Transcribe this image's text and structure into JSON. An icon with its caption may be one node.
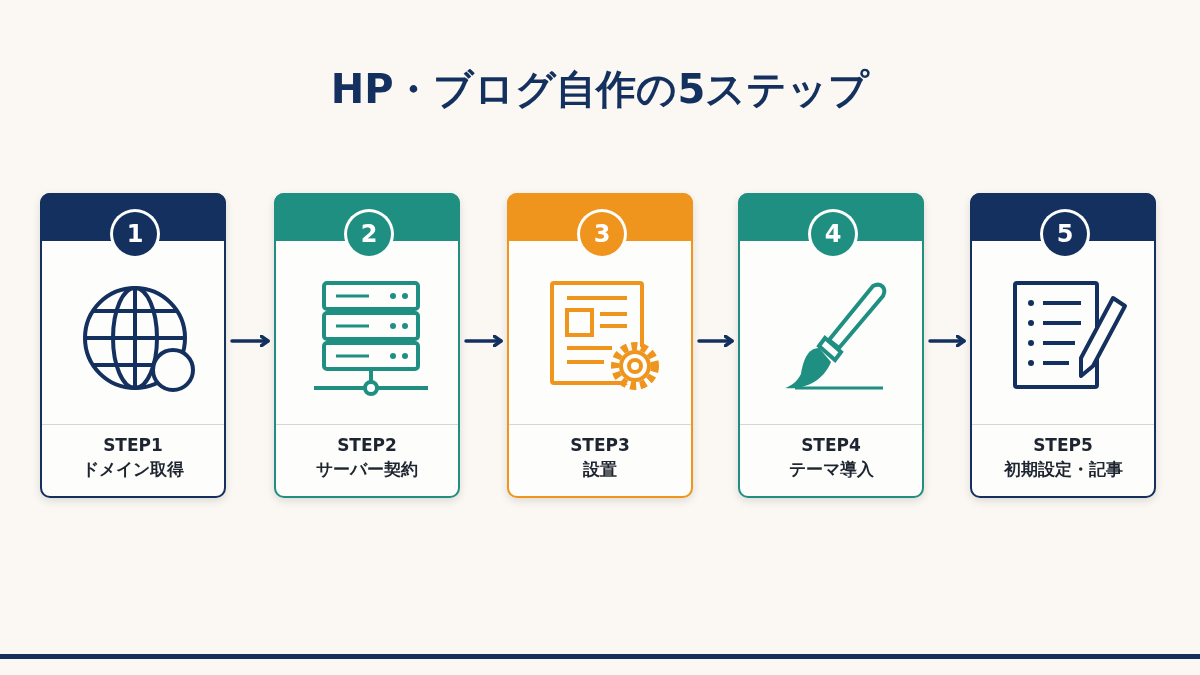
{
  "diagram": {
    "title": "HP・ブログ自作の5ステップ",
    "nodes": [
      {
        "text": [
          "1",
          "STEP1",
          "ドメイン取得"
        ]
      },
      {
        "text": [
          "2",
          "STEP2",
          "サーバー契約"
        ]
      },
      {
        "text": [
          "3",
          "STEP3",
          "設置"
        ]
      },
      {
        "text": [
          "4",
          "STEP4",
          "テーマ導入"
        ]
      },
      {
        "text": [
          "5",
          "STEP5",
          "初期設定・記事"
        ]
      }
    ],
    "edges": [
      {
        "from": 0,
        "to": 1,
        "arrow": "to"
      },
      {
        "from": 1,
        "to": 2,
        "arrow": "to"
      },
      {
        "from": 2,
        "to": 3,
        "arrow": "to"
      },
      {
        "from": 3,
        "to": 4,
        "arrow": "to"
      }
    ]
  }
}
